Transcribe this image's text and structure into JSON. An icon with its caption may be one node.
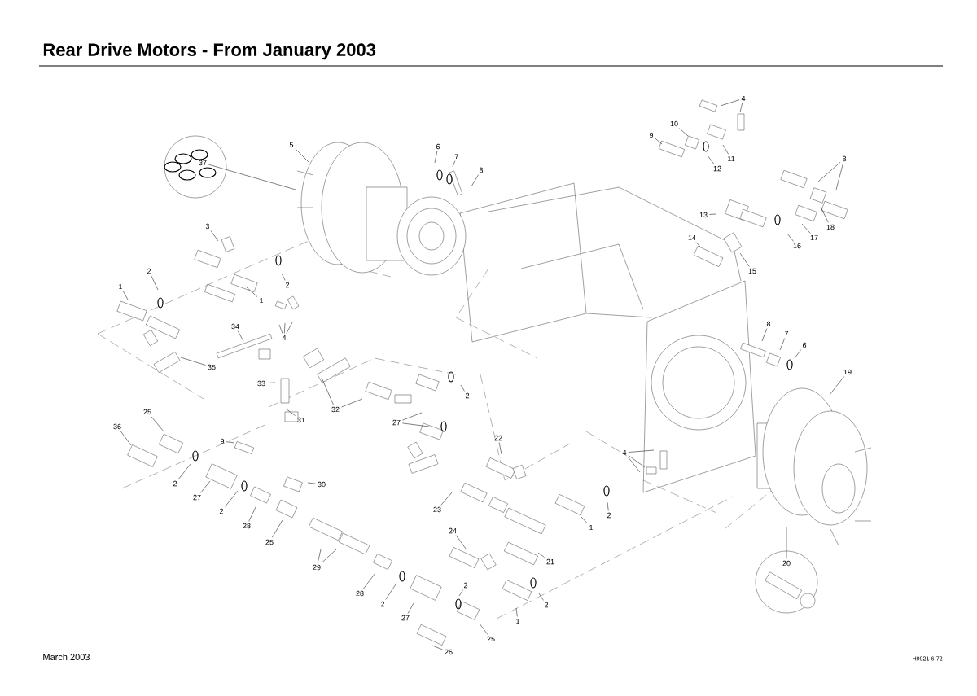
{
  "diagram": {
    "title": "Rear Drive Motors - From January 2003",
    "nodes": [
      {
        "text": [
          "37"
        ]
      },
      {
        "text": [
          "5"
        ]
      },
      {
        "text": [
          "6"
        ]
      },
      {
        "text": [
          "7"
        ]
      },
      {
        "text": [
          "8"
        ]
      },
      {
        "text": [
          "3"
        ]
      },
      {
        "text": [
          "2"
        ]
      },
      {
        "text": [
          "1"
        ]
      },
      {
        "text": [
          "2"
        ]
      },
      {
        "text": [
          "1"
        ]
      },
      {
        "text": [
          "4"
        ]
      },
      {
        "text": [
          "34"
        ]
      },
      {
        "text": [
          "35"
        ]
      },
      {
        "text": [
          "33"
        ]
      },
      {
        "text": [
          "32"
        ]
      },
      {
        "text": [
          "31"
        ]
      },
      {
        "text": [
          "27"
        ]
      },
      {
        "text": [
          "2"
        ]
      },
      {
        "text": [
          "25"
        ]
      },
      {
        "text": [
          "36"
        ]
      },
      {
        "text": [
          "9"
        ]
      },
      {
        "text": [
          "2"
        ]
      },
      {
        "text": [
          "27"
        ]
      },
      {
        "text": [
          "2"
        ]
      },
      {
        "text": [
          "28"
        ]
      },
      {
        "text": [
          "25"
        ]
      },
      {
        "text": [
          "30"
        ]
      },
      {
        "text": [
          "29"
        ]
      },
      {
        "text": [
          "28"
        ]
      },
      {
        "text": [
          "2"
        ]
      },
      {
        "text": [
          "27"
        ]
      },
      {
        "text": [
          "2"
        ]
      },
      {
        "text": [
          "25"
        ]
      },
      {
        "text": [
          "26"
        ]
      },
      {
        "text": [
          "1"
        ]
      },
      {
        "text": [
          "2"
        ]
      },
      {
        "text": [
          "22"
        ]
      },
      {
        "text": [
          "23"
        ]
      },
      {
        "text": [
          "24"
        ]
      },
      {
        "text": [
          "21"
        ]
      },
      {
        "text": [
          "1"
        ]
      },
      {
        "text": [
          "2"
        ]
      },
      {
        "text": [
          "4"
        ]
      },
      {
        "text": [
          "20"
        ]
      },
      {
        "text": [
          "19"
        ]
      },
      {
        "text": [
          "8"
        ]
      },
      {
        "text": [
          "7"
        ]
      },
      {
        "text": [
          "6"
        ]
      },
      {
        "text": [
          "4"
        ]
      },
      {
        "text": [
          "10"
        ]
      },
      {
        "text": [
          "9"
        ]
      },
      {
        "text": [
          "11"
        ]
      },
      {
        "text": [
          "12"
        ]
      },
      {
        "text": [
          "8"
        ]
      },
      {
        "text": [
          "13"
        ]
      },
      {
        "text": [
          "18"
        ]
      },
      {
        "text": [
          "17"
        ]
      },
      {
        "text": [
          "16"
        ]
      },
      {
        "text": [
          "14"
        ]
      },
      {
        "text": [
          "15"
        ]
      }
    ],
    "edges": [
      {
        "from": 0,
        "to": null,
        "arrow": "none"
      },
      {
        "from": 1,
        "to": null,
        "arrow": "none"
      },
      {
        "from": 2,
        "to": null,
        "arrow": "none"
      },
      {
        "from": 3,
        "to": null,
        "arrow": "none"
      },
      {
        "from": 4,
        "to": null,
        "arrow": "none"
      },
      {
        "from": 5,
        "to": null,
        "arrow": "none"
      },
      {
        "from": 6,
        "to": null,
        "arrow": "none"
      },
      {
        "from": 7,
        "to": null,
        "arrow": "none"
      },
      {
        "from": 8,
        "to": null,
        "arrow": "none"
      },
      {
        "from": 9,
        "to": null,
        "arrow": "none"
      },
      {
        "from": 10,
        "to": null,
        "arrow": "none"
      },
      {
        "from": 10,
        "to": null,
        "arrow": "none"
      },
      {
        "from": 10,
        "to": null,
        "arrow": "none"
      },
      {
        "from": 11,
        "to": null,
        "arrow": "none"
      },
      {
        "from": 12,
        "to": null,
        "arrow": "none"
      },
      {
        "from": 13,
        "to": null,
        "arrow": "none"
      },
      {
        "from": 14,
        "to": null,
        "arrow": "none"
      },
      {
        "from": 14,
        "to": null,
        "arrow": "none"
      },
      {
        "from": 15,
        "to": null,
        "arrow": "none"
      },
      {
        "from": 16,
        "to": null,
        "arrow": "none"
      },
      {
        "from": 16,
        "to": null,
        "arrow": "none"
      },
      {
        "from": 17,
        "to": null,
        "arrow": "none"
      },
      {
        "from": 18,
        "to": null,
        "arrow": "none"
      },
      {
        "from": 19,
        "to": null,
        "arrow": "none"
      },
      {
        "from": 20,
        "to": null,
        "arrow": "none"
      },
      {
        "from": 21,
        "to": null,
        "arrow": "none"
      },
      {
        "from": 22,
        "to": null,
        "arrow": "none"
      },
      {
        "from": 23,
        "to": null,
        "arrow": "none"
      },
      {
        "from": 24,
        "to": null,
        "arrow": "none"
      },
      {
        "from": 25,
        "to": null,
        "arrow": "none"
      },
      {
        "from": 26,
        "to": null,
        "arrow": "none"
      },
      {
        "from": 27,
        "to": null,
        "arrow": "none"
      },
      {
        "from": 27,
        "to": null,
        "arrow": "none"
      },
      {
        "from": 28,
        "to": null,
        "arrow": "none"
      },
      {
        "from": 29,
        "to": null,
        "arrow": "none"
      },
      {
        "from": 30,
        "to": null,
        "arrow": "none"
      },
      {
        "from": 31,
        "to": null,
        "arrow": "none"
      },
      {
        "from": 32,
        "to": null,
        "arrow": "none"
      },
      {
        "from": 33,
        "to": null,
        "arrow": "none"
      },
      {
        "from": 34,
        "to": null,
        "arrow": "none"
      },
      {
        "from": 35,
        "to": null,
        "arrow": "none"
      },
      {
        "from": 36,
        "to": null,
        "arrow": "none"
      },
      {
        "from": 37,
        "to": null,
        "arrow": "none"
      },
      {
        "from": 38,
        "to": null,
        "arrow": "none"
      },
      {
        "from": 39,
        "to": null,
        "arrow": "none"
      },
      {
        "from": 40,
        "to": null,
        "arrow": "none"
      },
      {
        "from": 41,
        "to": null,
        "arrow": "none"
      },
      {
        "from": 42,
        "to": null,
        "arrow": "none"
      },
      {
        "from": 42,
        "to": null,
        "arrow": "none"
      },
      {
        "from": 42,
        "to": null,
        "arrow": "none"
      },
      {
        "from": 43,
        "to": null,
        "arrow": "none"
      },
      {
        "from": 44,
        "to": null,
        "arrow": "none"
      },
      {
        "from": 45,
        "to": null,
        "arrow": "none"
      },
      {
        "from": 46,
        "to": null,
        "arrow": "none"
      },
      {
        "from": 47,
        "to": null,
        "arrow": "none"
      },
      {
        "from": 48,
        "to": null,
        "arrow": "none"
      },
      {
        "from": 48,
        "to": null,
        "arrow": "none"
      },
      {
        "from": 49,
        "to": null,
        "arrow": "none"
      },
      {
        "from": 50,
        "to": null,
        "arrow": "none"
      },
      {
        "from": 51,
        "to": null,
        "arrow": "none"
      },
      {
        "from": 52,
        "to": null,
        "arrow": "none"
      },
      {
        "from": 53,
        "to": null,
        "arrow": "none"
      },
      {
        "from": 53,
        "to": null,
        "arrow": "none"
      },
      {
        "from": 54,
        "to": null,
        "arrow": "none"
      },
      {
        "from": 55,
        "to": null,
        "arrow": "none"
      },
      {
        "from": 56,
        "to": null,
        "arrow": "none"
      },
      {
        "from": 57,
        "to": null,
        "arrow": "none"
      },
      {
        "from": 58,
        "to": null,
        "arrow": "none"
      },
      {
        "from": 59,
        "to": null,
        "arrow": "none"
      }
    ],
    "labels": [
      "March 2003",
      "H9921-6-72"
    ]
  }
}
